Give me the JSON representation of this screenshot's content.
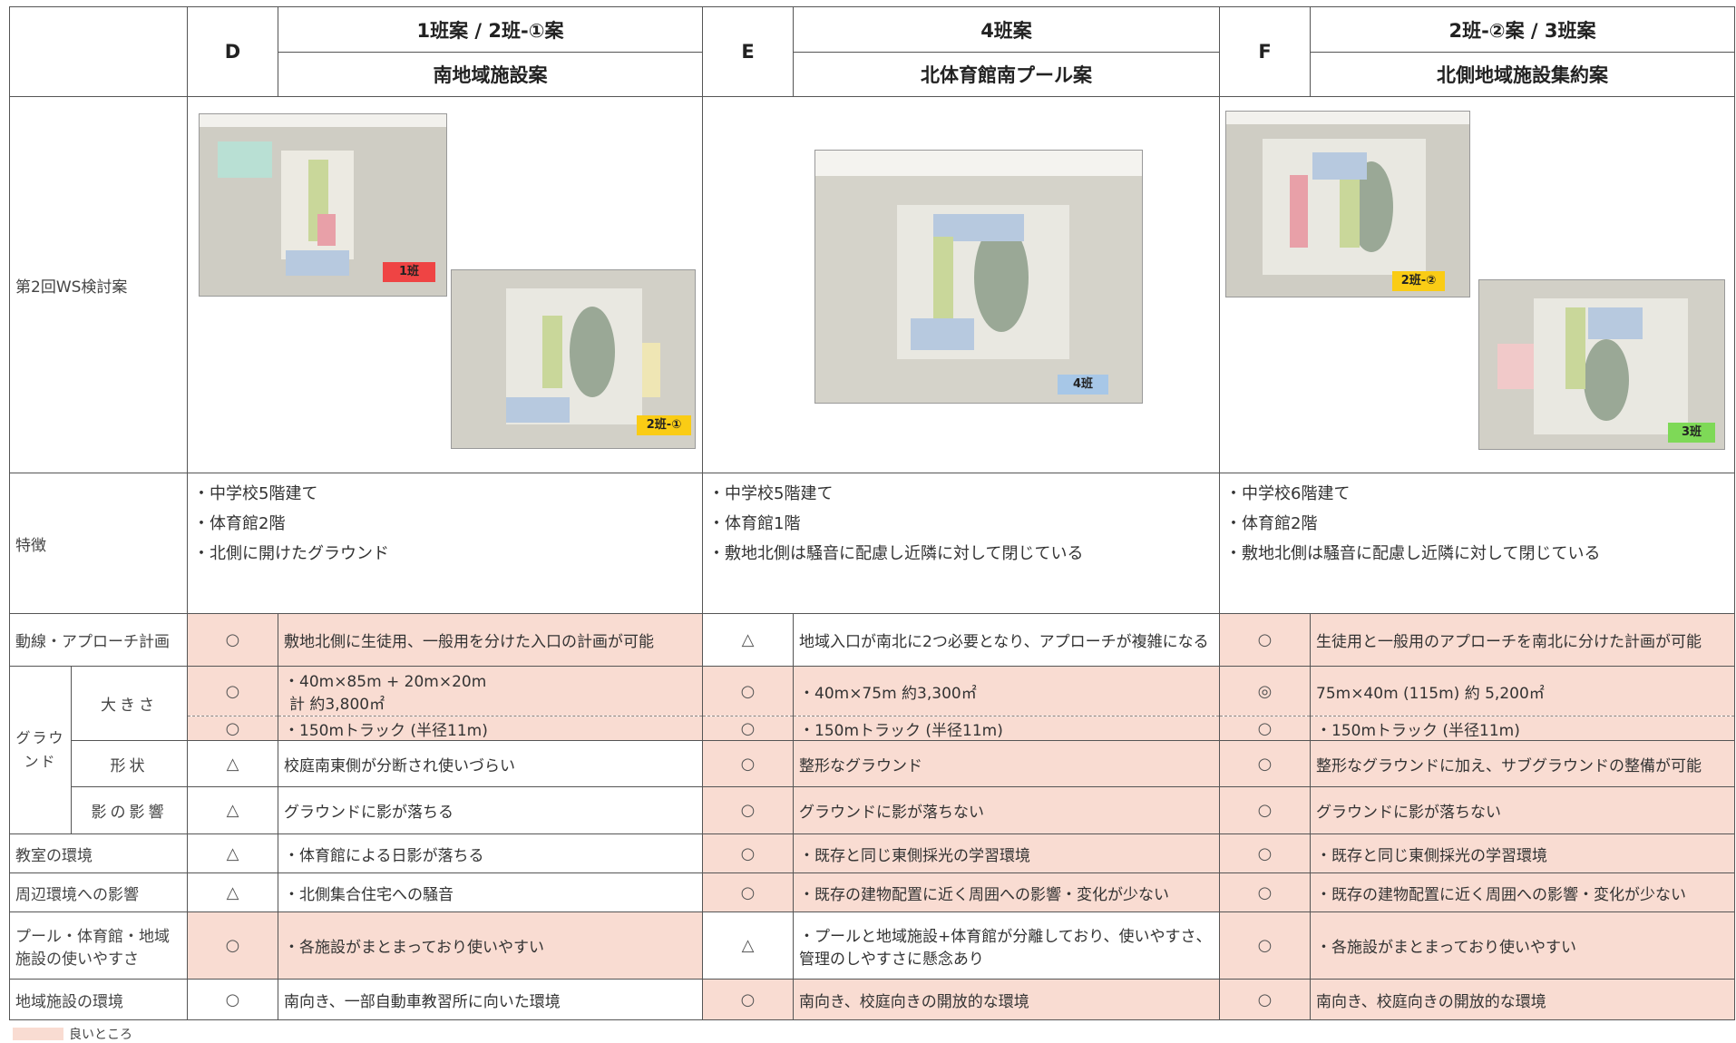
{
  "header": {
    "cols": [
      {
        "letter": "D",
        "plan": "1班案 / 2班-①案",
        "name": "南地域施設案"
      },
      {
        "letter": "E",
        "plan": "4班案",
        "name": "北体育館南プール案"
      },
      {
        "letter": "F",
        "plan": "2班-②案 / 3班案",
        "name": "北側地域施設集約案"
      }
    ]
  },
  "ws_row": {
    "label": "第2回WS検討案",
    "photos": [
      {
        "tag": "1班",
        "color": "#ef4444"
      },
      {
        "tag": "2班-①",
        "color": "#facc15"
      },
      {
        "tag": "4班",
        "color": "#a7c7e7"
      },
      {
        "tag": "2班-②",
        "color": "#facc15"
      },
      {
        "tag": "3班",
        "color": "#7ed957"
      }
    ]
  },
  "features": {
    "label": "特徴",
    "D": [
      "・中学校5階建て",
      "・体育館2階",
      "・北側に開けたグラウンド"
    ],
    "E": [
      "・中学校5階建て",
      "・体育館1階",
      "・敷地北側は騒音に配慮し近隣に対して閉じている"
    ],
    "F": [
      "・中学校6階建て",
      "・体育館2階",
      "・敷地北側は騒音に配慮し近隣に対して閉じている"
    ]
  },
  "rows": {
    "access": {
      "label": "動線・アプローチ計画",
      "D": {
        "mark": "○",
        "text": "敷地北側に生徒用、一般用を分けた入口の計画が可能"
      },
      "E": {
        "mark": "△",
        "text": "地域入口が南北に2つ必要となり、アプローチが複雑になる"
      },
      "F": {
        "mark": "○",
        "text": "生徒用と一般用のアプローチを南北に分けた計画が可能"
      }
    },
    "ground_label": "グラウンド",
    "size": {
      "label": "大きさ",
      "D": {
        "mark": "○",
        "text1": "・40m×85m + 20m×20m",
        "text2": "計 約3,800㎡"
      },
      "E": {
        "mark": "○",
        "text": "・40m×75m 約3,300㎡"
      },
      "F": {
        "mark": "◎",
        "text": "75m×40m (115m) 約 5,200㎡"
      }
    },
    "track": {
      "D": {
        "mark": "○",
        "text": "・150mトラック (半径11m)"
      },
      "E": {
        "mark": "○",
        "text": "・150mトラック (半径11m)"
      },
      "F": {
        "mark": "○",
        "text": "・150mトラック (半径11m)"
      }
    },
    "shape": {
      "label": "形状",
      "D": {
        "mark": "△",
        "text": "校庭南東側が分断され使いづらい"
      },
      "E": {
        "mark": "○",
        "text": "整形なグラウンド"
      },
      "F": {
        "mark": "○",
        "text": "整形なグラウンドに加え、サブグラウンドの整備が可能"
      }
    },
    "shadow": {
      "label": "影の影響",
      "D": {
        "mark": "△",
        "text": "グラウンドに影が落ちる"
      },
      "E": {
        "mark": "○",
        "text": "グラウンドに影が落ちない"
      },
      "F": {
        "mark": "○",
        "text": "グラウンドに影が落ちない"
      }
    },
    "classroom": {
      "label": "教室の環境",
      "D": {
        "mark": "△",
        "text": "・体育館による日影が落ちる"
      },
      "E": {
        "mark": "○",
        "text": "・既存と同じ東側採光の学習環境"
      },
      "F": {
        "mark": "○",
        "text": "・既存と同じ東側採光の学習環境"
      }
    },
    "surround": {
      "label": "周辺環境への影響",
      "D": {
        "mark": "△",
        "text": "・北側集合住宅への騒音"
      },
      "E": {
        "mark": "○",
        "text": "・既存の建物配置に近く周囲への影響・変化が少ない"
      },
      "F": {
        "mark": "○",
        "text": "・既存の建物配置に近く周囲への影響・変化が少ない"
      }
    },
    "usability": {
      "label": "プール・体育館・地域施設の使いやすさ",
      "D": {
        "mark": "○",
        "text": "・各施設がまとまっており使いやすい"
      },
      "E": {
        "mark": "△",
        "text": "・プールと地域施設+体育館が分離しており、使いやすさ、管理のしやすさに懸念あり"
      },
      "F": {
        "mark": "○",
        "text": "・各施設がまとまっており使いやすい"
      }
    },
    "facility": {
      "label": "地域施設の環境",
      "D": {
        "mark": "○",
        "text": "南向き、一部自動車教習所に向いた環境"
      },
      "E": {
        "mark": "○",
        "text": "南向き、校庭向きの開放的な環境"
      },
      "F": {
        "mark": "○",
        "text": "南向き、校庭向きの開放的な環境"
      }
    }
  },
  "legend": {
    "text": "良いところ",
    "color": "#f9dcd2"
  }
}
